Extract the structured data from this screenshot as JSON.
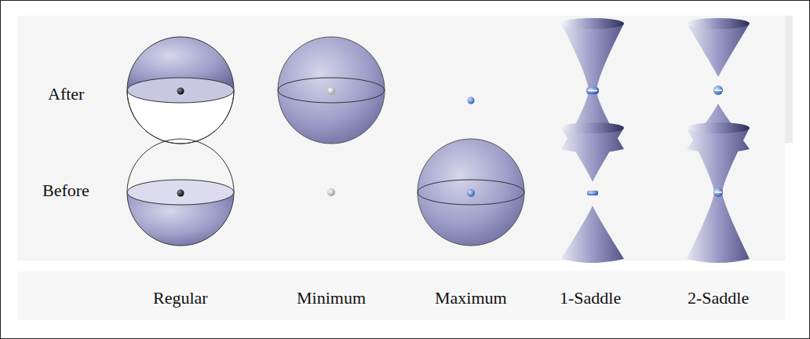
{
  "diagram": {
    "labels": [
      "After",
      "Before",
      "Regular",
      "Minimum",
      "Maximum",
      "1-Saddle",
      "2-Saddle"
    ]
  }
}
